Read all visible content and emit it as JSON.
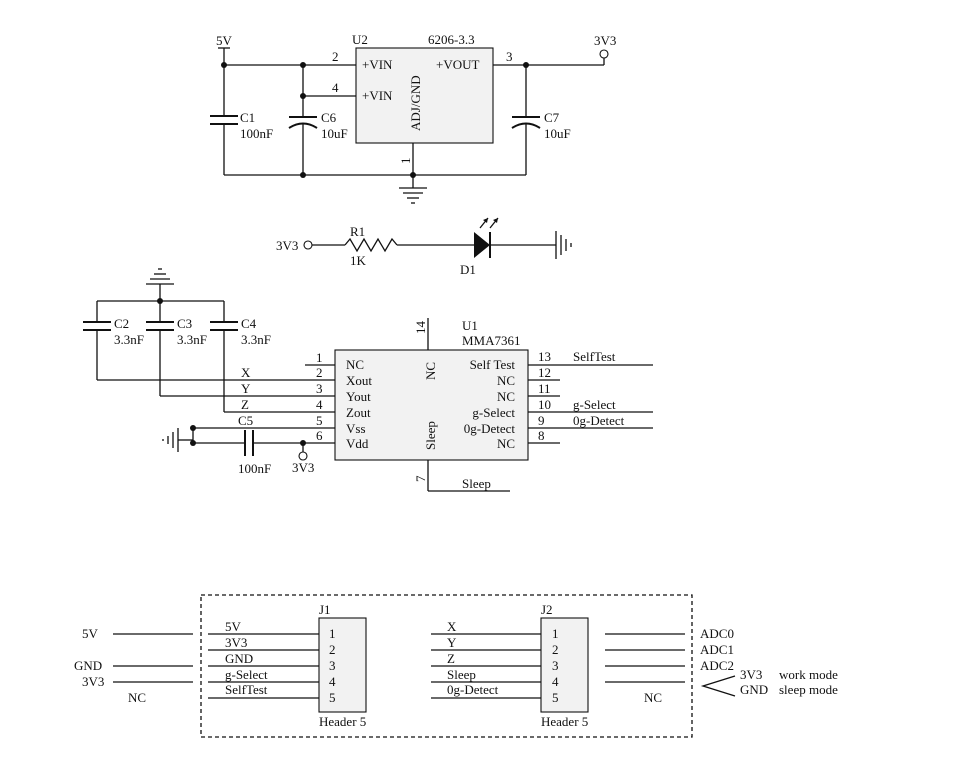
{
  "regulator": {
    "ref": "U2",
    "part": "6206-3.3",
    "pin_vin": "+VIN",
    "pin_vin2": "+VIN",
    "pin_vout": "+VOUT",
    "pin_gnd": "ADJ/GND",
    "pin_num_2": "2",
    "pin_num_4": "4",
    "pin_num_3": "3",
    "pin_num_1": "1",
    "in_net": "5V",
    "out_net": "3V3",
    "c1_ref": "C1",
    "c1_val": "100nF",
    "c6_ref": "C6",
    "c6_val": "10uF",
    "c7_ref": "C7",
    "c7_val": "10uF"
  },
  "led": {
    "net": "3V3",
    "r_ref": "R1",
    "r_val": "1K",
    "d_ref": "D1"
  },
  "accel": {
    "ref": "U1",
    "part": "MMA7361",
    "left_pins": [
      {
        "num": "1",
        "name": "NC",
        "net": ""
      },
      {
        "num": "2",
        "name": "Xout",
        "net": "X"
      },
      {
        "num": "3",
        "name": "Yout",
        "net": "Y"
      },
      {
        "num": "4",
        "name": "Zout",
        "net": "Z"
      },
      {
        "num": "5",
        "name": "Vss",
        "net": ""
      },
      {
        "num": "6",
        "name": "Vdd",
        "net": ""
      }
    ],
    "right_pins": [
      {
        "num": "13",
        "name": "Self Test",
        "net": "SelfTest"
      },
      {
        "num": "12",
        "name": "NC",
        "net": ""
      },
      {
        "num": "11",
        "name": "NC",
        "net": ""
      },
      {
        "num": "10",
        "name": "g-Select",
        "net": "g-Select"
      },
      {
        "num": "9",
        "name": "0g-Detect",
        "net": "0g-Detect"
      },
      {
        "num": "8",
        "name": "NC",
        "net": ""
      }
    ],
    "top_pin_num": "14",
    "top_pin_name": "NC",
    "bottom_pin_num": "7",
    "bottom_pin_name": "Sleep",
    "bottom_net": "Sleep",
    "c2_ref": "C2",
    "c2_val": "3.3nF",
    "c3_ref": "C3",
    "c3_val": "3.3nF",
    "c4_ref": "C4",
    "c4_val": "3.3nF",
    "c5_ref": "C5",
    "c5_val": "100nF",
    "vdd_net": "3V3"
  },
  "connectors": {
    "j1": {
      "ref": "J1",
      "part": "Header 5",
      "pins": [
        "1",
        "2",
        "3",
        "4",
        "5"
      ],
      "nets": [
        "5V",
        "3V3",
        "GND",
        "g-Select",
        "SelfTest"
      ]
    },
    "j2": {
      "ref": "J2",
      "part": "Header 5",
      "pins": [
        "1",
        "2",
        "3",
        "4",
        "5"
      ],
      "nets": [
        "X",
        "Y",
        "Z",
        "Sleep",
        "0g-Detect"
      ]
    },
    "left_ext": [
      "5V",
      "GND",
      "3V3",
      "NC"
    ],
    "right_ext": [
      "ADC0",
      "ADC1",
      "ADC2",
      "NC"
    ],
    "mode_3v3": "3V3",
    "mode_3v3_desc": "work mode",
    "mode_gnd": "GND",
    "mode_gnd_desc": "sleep mode"
  }
}
